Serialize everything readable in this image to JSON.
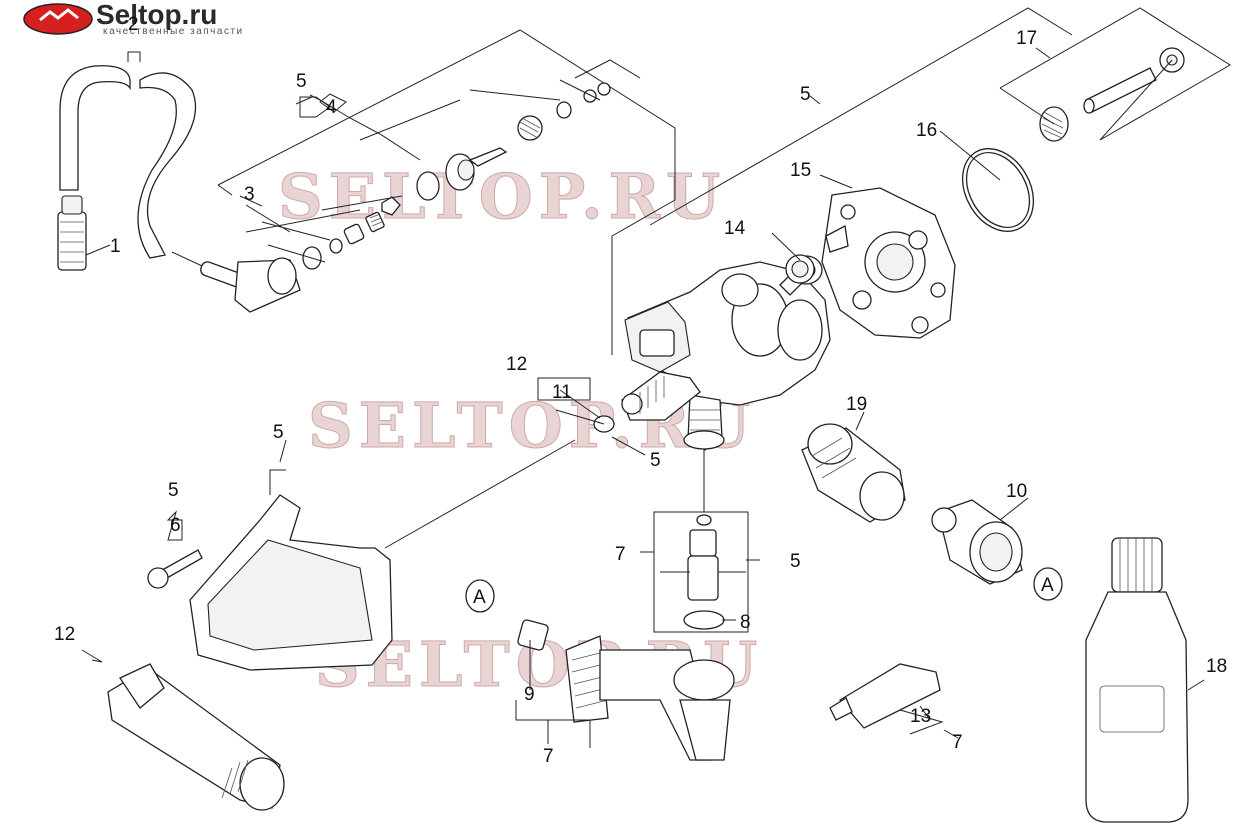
{
  "logo": {
    "brand": "Seltop.ru",
    "tagline": "качественные запчасти"
  },
  "watermarks": [
    "SELTOP.RU",
    "SELTOP.RU",
    "SELTOP.RU"
  ],
  "callouts": {
    "c1": "1",
    "c2": "2",
    "c3": "3",
    "c4": "4",
    "c5a": "5",
    "c5b": "5",
    "c5c": "5",
    "c5d": "5",
    "c5e": "5",
    "c5f": "5",
    "c6": "6",
    "c7a": "7",
    "c7b": "7",
    "c7c": "7",
    "c8": "8",
    "c9": "9",
    "c10": "10",
    "c11": "11",
    "c12a": "12",
    "c12b": "12",
    "c13": "13",
    "c14": "14",
    "c15": "15",
    "c16": "16",
    "c17": "17",
    "c18": "18",
    "c19": "19"
  },
  "markers": {
    "a1": "A",
    "a2": "A"
  }
}
